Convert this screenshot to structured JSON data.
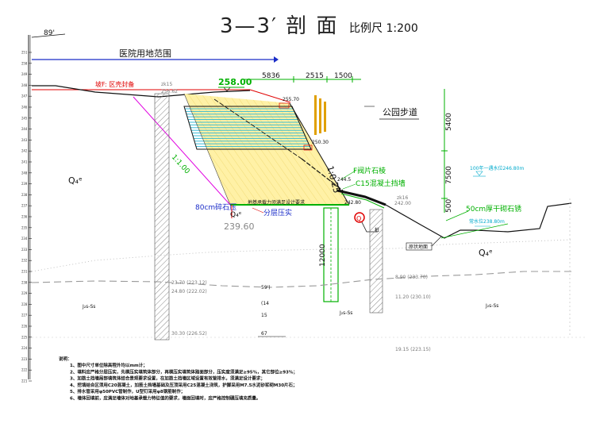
{
  "title": "3—3′ 剖 面",
  "scale": "比例尺 1:200",
  "top_left_value": "89'",
  "hospital_label": "医院用地范围",
  "slope_protect_label": "坡F: 区壳封备",
  "elev_258": "258.00",
  "dim_5836": "5836",
  "dim_2515": "2515",
  "dim_1500": "1500",
  "park_label": "公园步道",
  "zk15_label": "zk15",
  "zk15_elev": "256.62",
  "elev_255_70": "255.70",
  "elev_250_30": "250.30",
  "slope_1_100": "1:1.00",
  "slope_1_025": "1:0.25",
  "rock_label": "F阀片石棱",
  "concrete_label": "C15混凝土挡墙",
  "elev_242_8": "242.80",
  "zk16_label": "zk16",
  "zk16_elev": "242.00",
  "dim_5400": "5400",
  "dim_7500": "7500",
  "dim_500": "500",
  "water_high": "100年一遇水位246.80m",
  "bed_50cm": "50cm厚干砌石锈",
  "water_low": "常水位238.80m",
  "gravel_80cm": "80cm碎石压",
  "foundation_req": "地基承载力须满足设计要求",
  "layer_compact": "分层压实",
  "elev_239_60": "239.60",
  "q4_label": "Q₄ᵉ",
  "q4_label_2": "Q₄ᵉ",
  "q4_label_3": "Q₄ᵉ",
  "circle_label": "Q",
  "stake_label": "桩",
  "dim_12000": "12000",
  "orig_ground": "原状地面",
  "depth_left_1": "23.70 (223.12)",
  "depth_left_2": "24.80 (222.02)",
  "depth_left_3": "30.30 (226.52)",
  "depth_right_1": "8.90 (233.70)",
  "depth_right_2": "11.20 (230.10)",
  "depth_right_3": "19.15 (223.15)",
  "jus_left": "J₂s-Ss",
  "jus_mid": "J₂s-Ss",
  "jus_right": "J₂s-Ss",
  "center_text_1": "59')",
  "center_text_2": "(14",
  "center_text_3": "15",
  "center_text_4": "67",
  "notes_title": "说明：",
  "notes": [
    "1、图中尺寸单位除高程外均以mm计；",
    "2、填料应严格分层压实，先模压实填筑体部分，再模压实填筑体路面部分，压实度须满足≥95%，其它部位≥93%；",
    "3、加筋土挡墙局部填筑体结合景观要求设置，在加筋土挡墙区域设置有效管排水，须满足设计要求；",
    "4、挖填结合区须用C20混凝土，加筋土挡墙基础及压顶采用C25混凝土浇筑，护脚采用M7.5水泥砂浆砌M30片石；",
    "5、排水管采用φ50PVC管制作，U型钉采用φ8钢筋制作；",
    "6、墙体回填前，应满足墙体对地基承载力特征值的要求，墙面回填时，应严格控制碾压填充质量。"
  ],
  "left_ticks": [
    "251",
    "250",
    "249",
    "248",
    "247",
    "246",
    "245",
    "244",
    "243",
    "242",
    "241",
    "240",
    "239",
    "238",
    "237",
    "236",
    "235",
    "234",
    "233",
    "232",
    "231",
    "230",
    "229",
    "228",
    "227",
    "226",
    "225",
    "224",
    "223",
    "222",
    "221"
  ],
  "colors": {
    "red": "#e00000",
    "green": "#00b000",
    "blue": "#1a2cc8",
    "yellow": "#fff2a0",
    "cyan": "#00c8e6",
    "magenta": "#e000e0"
  }
}
